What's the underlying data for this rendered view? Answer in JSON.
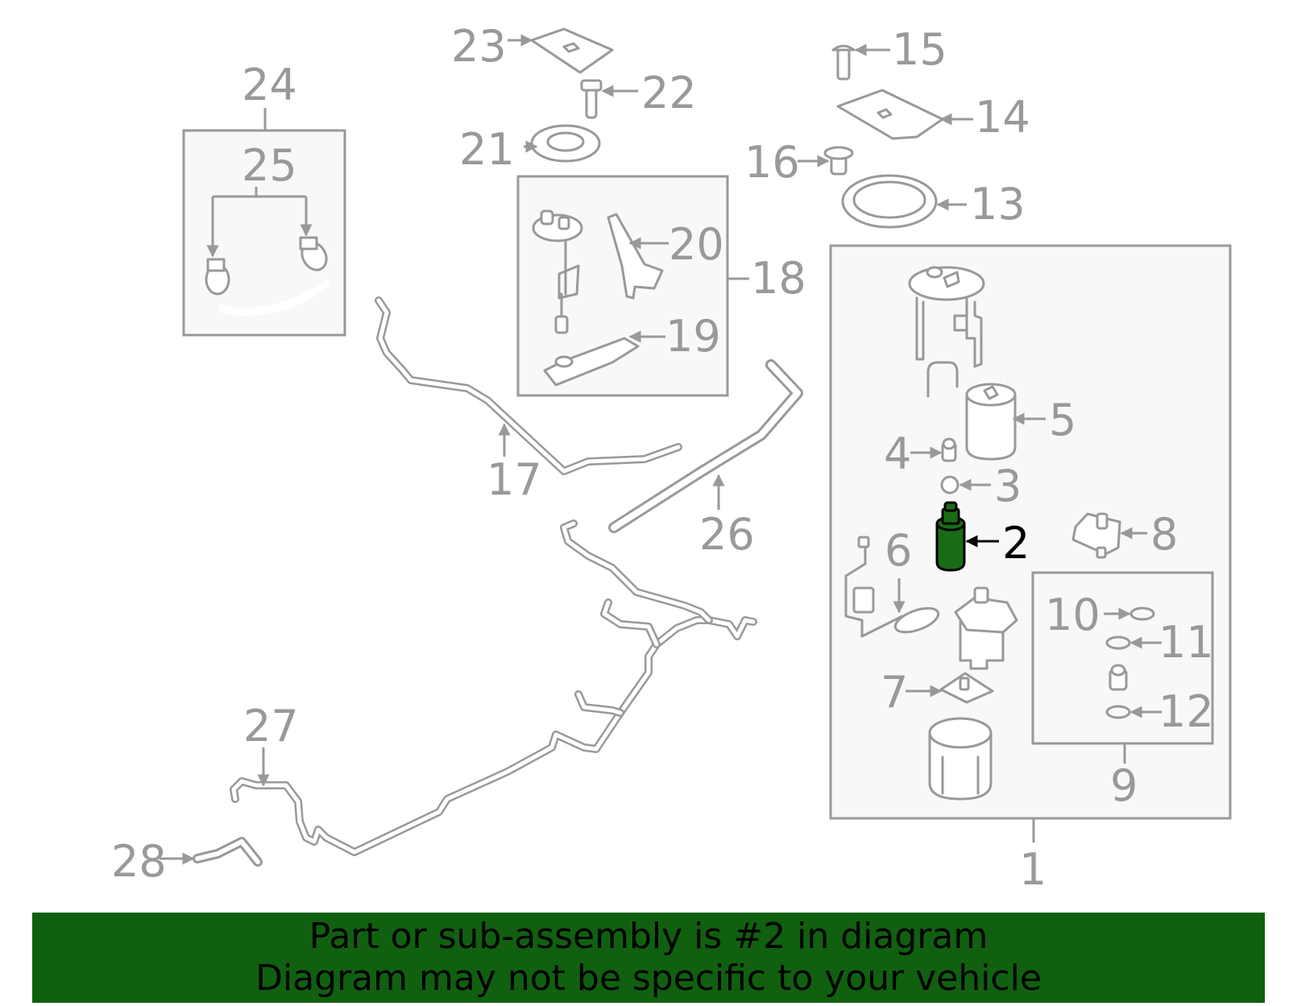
{
  "colors": {
    "line": "#999999",
    "highlight_fill": "#1a6b16",
    "highlight_stroke": "#000000",
    "banner_bg": "#106010",
    "background": "#ffffff"
  },
  "callouts": [
    {
      "id": "1",
      "label": "1",
      "highlighted": false
    },
    {
      "id": "2",
      "label": "2",
      "highlighted": true
    },
    {
      "id": "3",
      "label": "3",
      "highlighted": false
    },
    {
      "id": "4",
      "label": "4",
      "highlighted": false
    },
    {
      "id": "5",
      "label": "5",
      "highlighted": false
    },
    {
      "id": "6",
      "label": "6",
      "highlighted": false
    },
    {
      "id": "7",
      "label": "7",
      "highlighted": false
    },
    {
      "id": "8",
      "label": "8",
      "highlighted": false
    },
    {
      "id": "9",
      "label": "9",
      "highlighted": false
    },
    {
      "id": "10",
      "label": "10",
      "highlighted": false
    },
    {
      "id": "11",
      "label": "11",
      "highlighted": false
    },
    {
      "id": "12",
      "label": "12",
      "highlighted": false
    },
    {
      "id": "13",
      "label": "13",
      "highlighted": false
    },
    {
      "id": "14",
      "label": "14",
      "highlighted": false
    },
    {
      "id": "15",
      "label": "15",
      "highlighted": false
    },
    {
      "id": "16",
      "label": "16",
      "highlighted": false
    },
    {
      "id": "17",
      "label": "17",
      "highlighted": false
    },
    {
      "id": "18",
      "label": "18",
      "highlighted": false
    },
    {
      "id": "19",
      "label": "19",
      "highlighted": false
    },
    {
      "id": "20",
      "label": "20",
      "highlighted": false
    },
    {
      "id": "21",
      "label": "21",
      "highlighted": false
    },
    {
      "id": "22",
      "label": "22",
      "highlighted": false
    },
    {
      "id": "23",
      "label": "23",
      "highlighted": false
    },
    {
      "id": "24",
      "label": "24",
      "highlighted": false
    },
    {
      "id": "25",
      "label": "25",
      "highlighted": false
    },
    {
      "id": "26",
      "label": "26",
      "highlighted": false
    },
    {
      "id": "27",
      "label": "27",
      "highlighted": false
    },
    {
      "id": "28",
      "label": "28",
      "highlighted": false
    }
  ],
  "banner": {
    "line1": "Part or sub-assembly is #2 in diagram",
    "line2": "Diagram may not be specific to your vehicle"
  }
}
